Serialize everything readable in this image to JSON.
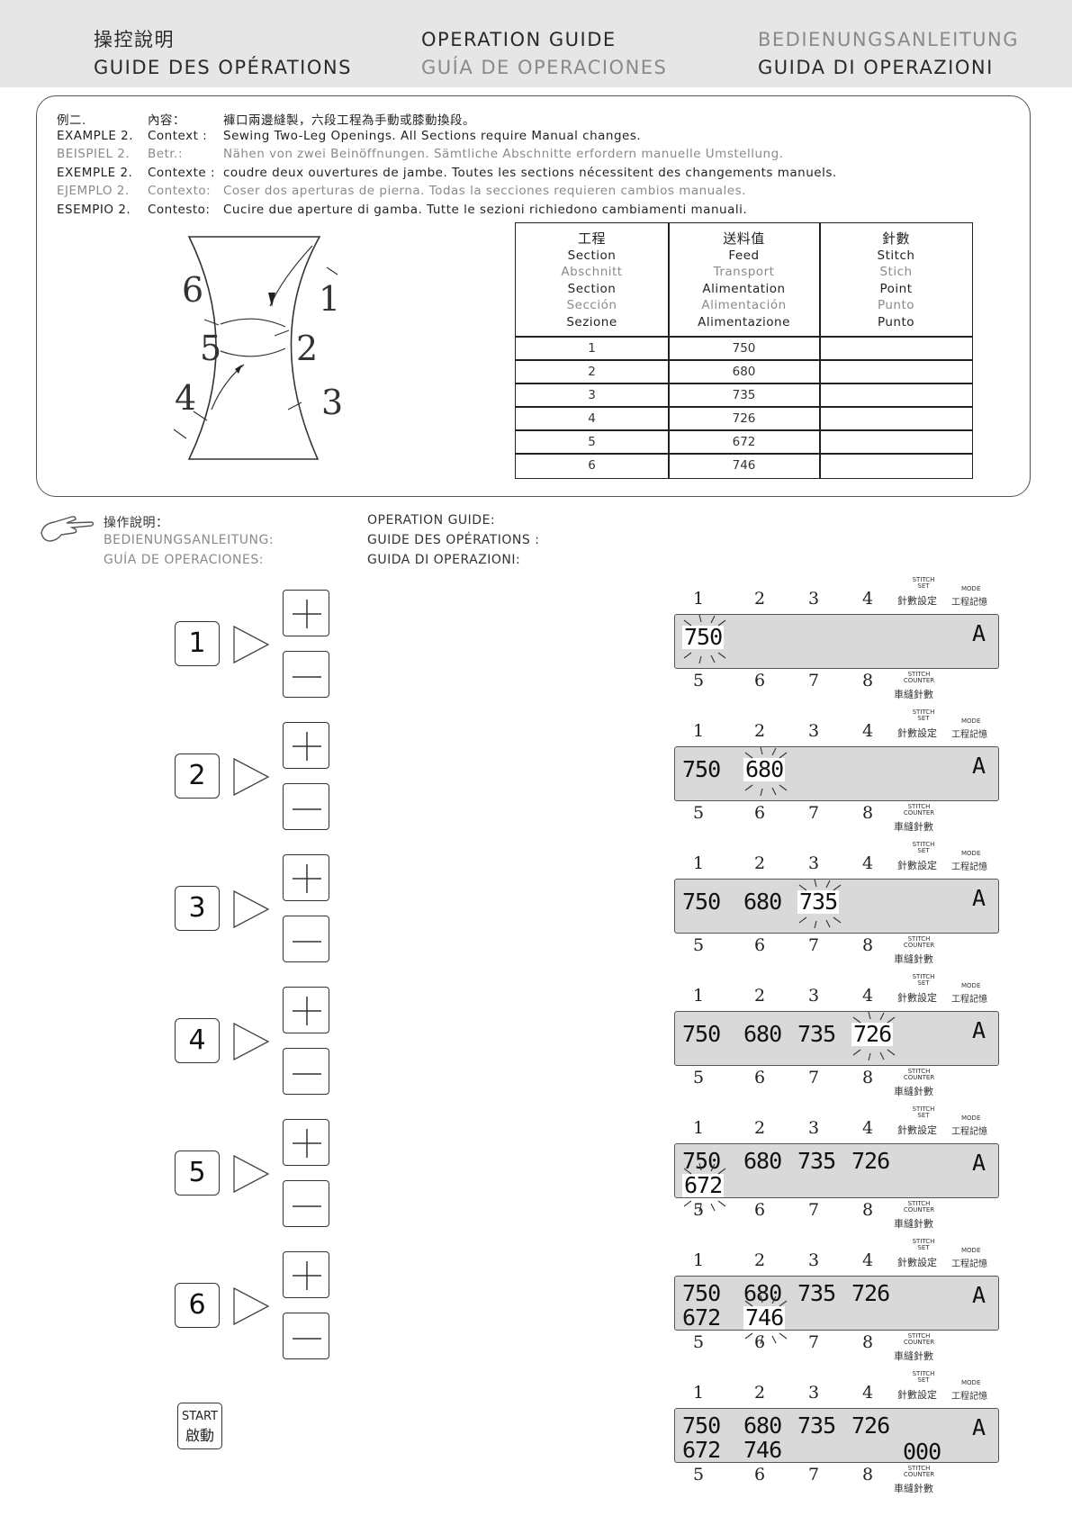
{
  "header": {
    "zh_title": "操控說明",
    "en_title": "OPERATION GUIDE",
    "de_title": "BEDIENUNGSANLEITUNG",
    "fr_title": "GUIDE DES OPÉRATIONS",
    "es_title": "GUÍA DE OPERACIONES",
    "it_title": "GUIDA DI OPERAZIONI"
  },
  "example": {
    "rows": [
      {
        "label": "例二.",
        "key": "內容：",
        "text": "褲口兩邊縫製，六段工程為手動或膝動換段。"
      },
      {
        "label": "EXAMPLE 2.",
        "key": "Context :",
        "text": "Sewing Two-Leg Openings. All Sections require Manual changes."
      },
      {
        "label": "BEISPIEL 2.",
        "key": "Betr.:",
        "text": "Nähen von zwei Beinöffnungen. Sämtliche Abschnitte erfordern manuelle Umstellung."
      },
      {
        "label": "EXEMPLE 2.",
        "key": "Contexte :",
        "text": "coudre deux ouvertures de jambe. Toutes les sections nécessitent des changements manuels."
      },
      {
        "label": "EJEMPLO 2.",
        "key": "Contexto:",
        "text": "Coser dos aperturas de pierna. Todas la secciones requieren cambios manuales."
      },
      {
        "label": "ESEMPIO 2.",
        "key": "Contesto:",
        "text": "Cucire due aperture di gamba. Tutte le sezioni richiedono cambiamenti manuali."
      }
    ],
    "diagram_labels": [
      "1",
      "2",
      "3",
      "4",
      "5",
      "6"
    ]
  },
  "table": {
    "headers": [
      [
        "工程",
        "Section",
        "Abschnitt",
        "Section",
        "Sección",
        "Sezione"
      ],
      [
        "送料值",
        "Feed",
        "Transport",
        "Alimentation",
        "Alimentación",
        "Alimentazione"
      ],
      [
        "針數",
        "Stitch",
        "Stich",
        "Point",
        "Punto",
        "Punto"
      ]
    ],
    "rows": [
      [
        "1",
        "750",
        ""
      ],
      [
        "2",
        "680",
        ""
      ],
      [
        "3",
        "735",
        ""
      ],
      [
        "4",
        "726",
        ""
      ],
      [
        "5",
        "672",
        ""
      ],
      [
        "6",
        "746",
        ""
      ]
    ]
  },
  "guide": {
    "zh": "操作說明：",
    "de": "BEDIENUNGSANLEITUNG:",
    "es": "GUÍA DE OPERACIONES:",
    "en": "OPERATION GUIDE:",
    "fr": "GUIDE DES OPÉRATIONS :",
    "it": "GUIDA DI OPERAZIONI:"
  },
  "keys": [
    "1",
    "2",
    "3",
    "4",
    "5",
    "6"
  ],
  "start_key": {
    "en": "START",
    "zh": "啟動"
  },
  "lcd": {
    "top_slots": [
      "1",
      "2",
      "3",
      "4"
    ],
    "bottom_slots": [
      "5",
      "6",
      "7",
      "8"
    ],
    "stitch_set": "STITCH SET",
    "stitch_set_zh": "針數設定",
    "mode": "MODE",
    "mode_zh": "工程記憶",
    "stitch_counter": "STITCH COUNTER",
    "stitch_counter_zh": "車縫針數",
    "mode_value": "A",
    "counter_value": "000",
    "steps": [
      {
        "top": [
          "750",
          "",
          "",
          ""
        ],
        "bottom": [
          "",
          "",
          "",
          ""
        ],
        "flash": "t0"
      },
      {
        "top": [
          "750",
          "680",
          "",
          ""
        ],
        "bottom": [
          "",
          "",
          "",
          ""
        ],
        "flash": "t1"
      },
      {
        "top": [
          "750",
          "680",
          "735",
          ""
        ],
        "bottom": [
          "",
          "",
          "",
          ""
        ],
        "flash": "t2"
      },
      {
        "top": [
          "750",
          "680",
          "735",
          "726"
        ],
        "bottom": [
          "",
          "",
          "",
          ""
        ],
        "flash": "t3"
      },
      {
        "top": [
          "750",
          "680",
          "735",
          "726"
        ],
        "bottom": [
          "672",
          "",
          "",
          ""
        ],
        "flash": "b0"
      },
      {
        "top": [
          "750",
          "680",
          "735",
          "726"
        ],
        "bottom": [
          "672",
          "746",
          "",
          ""
        ],
        "flash": "b1"
      },
      {
        "top": [
          "750",
          "680",
          "735",
          "726"
        ],
        "bottom": [
          "672",
          "746",
          "",
          ""
        ],
        "flash": "none",
        "counter": true
      }
    ]
  }
}
